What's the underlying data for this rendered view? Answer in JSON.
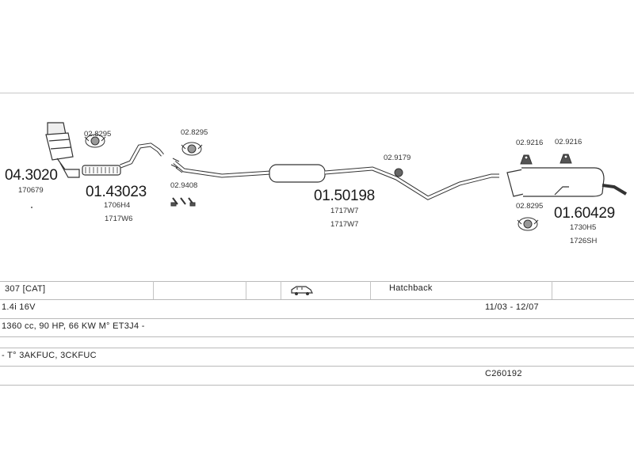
{
  "parts": [
    {
      "number": "04.3020",
      "refs": [
        "170679"
      ]
    },
    {
      "number": "01.43023",
      "refs": [
        "1706H4",
        "1717W6"
      ]
    },
    {
      "number": "01.50198",
      "refs": [
        "1717W7",
        "1717W7"
      ]
    },
    {
      "number": "01.60429",
      "refs": [
        "1730H5",
        "1726SH"
      ]
    }
  ],
  "accessories": [
    {
      "code": "02.8295",
      "icon": "clamp-icon"
    },
    {
      "code": "02.8295",
      "icon": "clamp-icon"
    },
    {
      "code": "02.9408",
      "icon": "bolt-set-icon"
    },
    {
      "code": "02.9179",
      "icon": "rubber-mount-icon"
    },
    {
      "code": "02.9216",
      "icon": "hanger-icon"
    },
    {
      "code": "02.9216",
      "icon": "hanger-icon"
    },
    {
      "code": "02.8295",
      "icon": "clamp-icon"
    }
  ],
  "vehicle": {
    "model": "307  [CAT]",
    "icon": "car-hatchback-icon",
    "body": "Hatchback",
    "engine": "1.4i 16V",
    "period": "11/03 - 12/07",
    "spec": "1360 cc, 90 HP, 66 KW M° ET3J4 -",
    "codes": "- T° 3AKFUC, 3CKFUC",
    "ref": "C260192"
  }
}
